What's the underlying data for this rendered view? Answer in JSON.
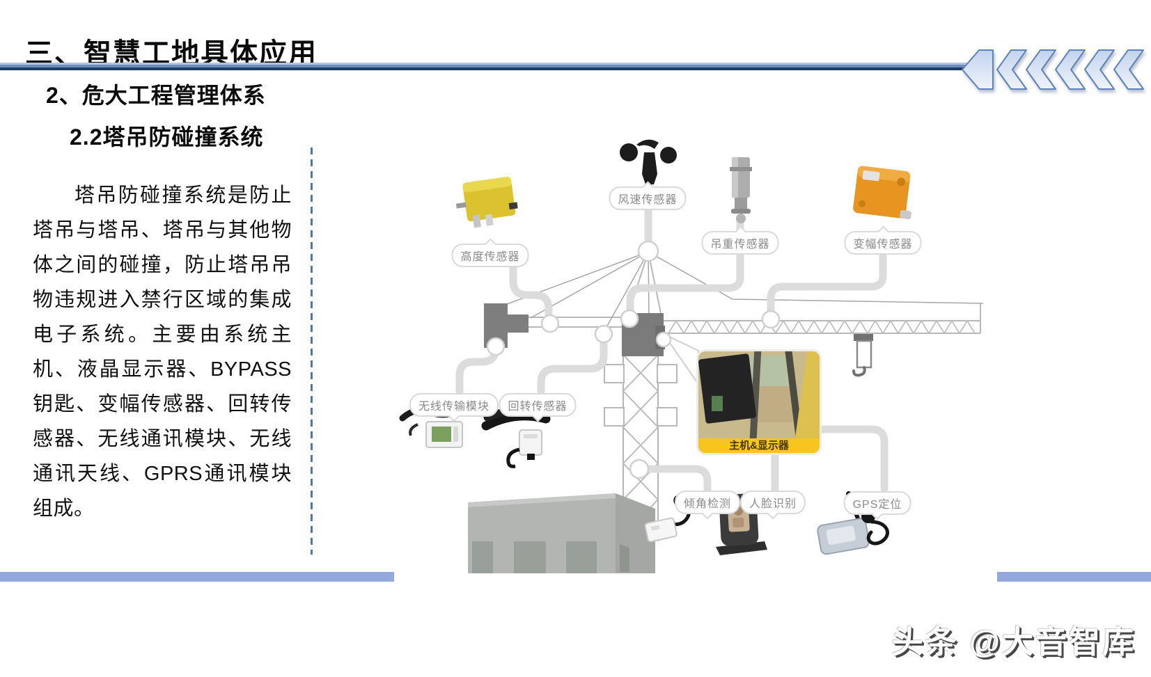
{
  "header": {
    "title": "三、智慧工地具体应用",
    "chevron_count": 6
  },
  "left_panel": {
    "section_heading": "2、危大工程管理体系",
    "sub_heading": "2.2塔吊防碰撞系统",
    "paragraph": "塔吊防碰撞系统是防止塔吊与塔吊、塔吊与其他物体之间的碰撞，防止塔吊吊物违规进入禁行区域的集成电子系统。主要由系统主机、液晶显示器、BYPASS钥匙、变幅传感器、回转传感器、无线通讯模块、无线通讯天线、GPRS通讯模块组成。"
  },
  "diagram": {
    "labels": {
      "height_sensor": "高度传感器",
      "wind_speed_sensor": "风速传感器",
      "load_sensor": "吊重传感器",
      "amplitude_sensor": "变幅传感器",
      "wireless_module": "无线传输模块",
      "rotation_sensor": "回转传感器",
      "tilt_detection": "倾角检测",
      "face_recognition": "人脸识别",
      "gps_location": "GPS定位",
      "host_display": "主机&显示器"
    }
  },
  "footer": {
    "watermark": "头条 @大音智库"
  },
  "colors": {
    "accent_bar": "#93a9de",
    "title_rule_mid": "#6d8eba",
    "title_rule_dark": "#1d3c66",
    "chevron_border": "#5d84ba",
    "pipe": "#dcdcdc",
    "label_text": "#8a8a8a",
    "caption_bg": "#f6c51e"
  }
}
